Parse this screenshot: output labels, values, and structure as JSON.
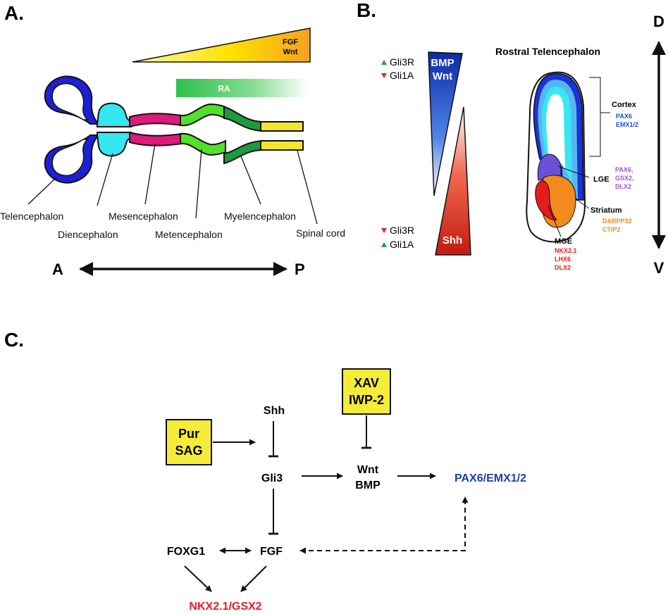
{
  "panel_a": {
    "label": "A.",
    "gradient_label_1": "FGF",
    "gradient_label_2": "Wnt",
    "ra_label": "RA",
    "regions": {
      "telencephalon": "Telencephalon",
      "diencephalon": "Diencephalon",
      "mesencephalon": "Mesencephalon",
      "metencephalon": "Metencephalon",
      "myelencephalon": "Myelencephalon",
      "spinal_cord": "Spinal cord"
    },
    "axis_left": "A",
    "axis_right": "P",
    "colors": {
      "telencephalon": "#1f1fd6",
      "diencephalon": "#33e6ef",
      "mesencephalon": "#e0197d",
      "metencephalon": "#52e02a",
      "myelencephalon": "#1e9a3e",
      "spinal_cord": "#f2e62a"
    }
  },
  "panel_b": {
    "label": "B.",
    "dorsal_gli": [
      "Gli3R",
      "Gli1A"
    ],
    "dorsal_gradient": [
      "BMP",
      "Wnt"
    ],
    "ventral_gli": [
      "Gli3R",
      "Gli1A"
    ],
    "ventral_gradient": "Shh",
    "section_title": "Rostral Telencephalon",
    "cortex": {
      "label": "Cortex",
      "markers": [
        "PAX6",
        "EMX1/2"
      ],
      "color": "#1a4fd6"
    },
    "lge": {
      "label": "LGE",
      "markers": [
        "PAX6,",
        "GSX2,",
        "DLX2"
      ],
      "color": "#a04fd9"
    },
    "striatum": {
      "label": "Striatum",
      "markers": [
        "DARPP32",
        "CTIP2"
      ],
      "color": "#f28a1e"
    },
    "mge": {
      "label": "MGE",
      "markers": [
        "NKX2.1",
        "LHX6",
        "DLX2"
      ],
      "color": "#e61b1b"
    },
    "axis_top": "D",
    "axis_bottom": "V"
  },
  "panel_c": {
    "label": "C.",
    "nodes": {
      "shh": "Shh",
      "gli3": "Gli3",
      "wnt_bmp": [
        "Wnt",
        "BMP"
      ],
      "pax6": "PAX6/EMX1/2",
      "foxg1": "FOXG1",
      "fgf": "FGF",
      "nkx": "NKX2.1/GSX2"
    },
    "drug_box_1": [
      "Pur",
      "SAG"
    ],
    "drug_box_2": [
      "XAV",
      "IWP-2"
    ],
    "colors": {
      "pax6": "#1f3fa8",
      "nkx": "#e61e2a",
      "drug_box": "#f5ec3a"
    }
  }
}
